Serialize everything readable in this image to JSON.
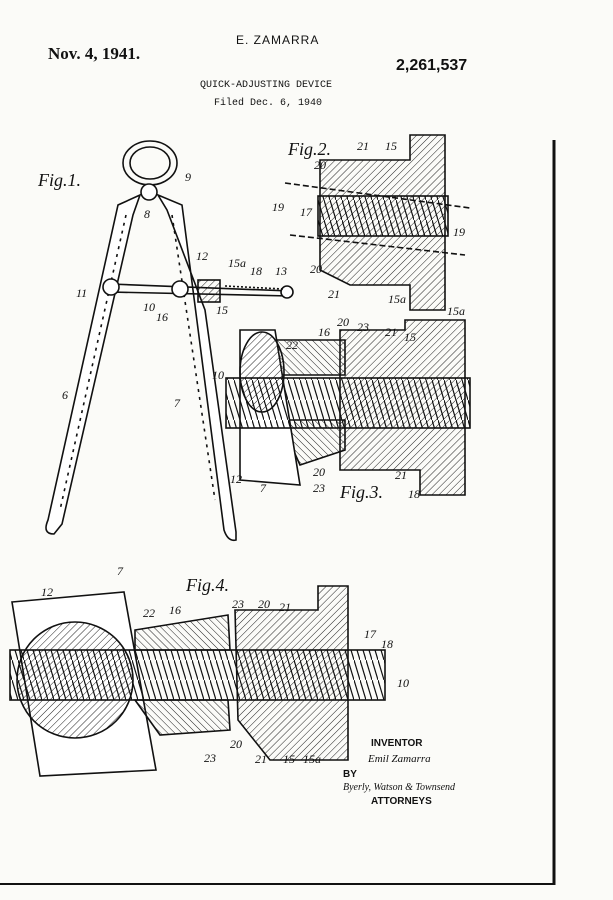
{
  "header": {
    "date": "Nov. 4, 1941.",
    "inventor_name": "E. ZAMARRA",
    "patent_number": "2,261,537",
    "title": "QUICK-ADJUSTING DEVICE",
    "filed": "Filed Dec. 6, 1940"
  },
  "figures": {
    "fig1": {
      "label": "Fig.1.",
      "refs": [
        "9",
        "8",
        "12",
        "15a",
        "18",
        "13",
        "11",
        "10",
        "16",
        "15",
        "6",
        "7"
      ]
    },
    "fig2": {
      "label": "Fig.2.",
      "refs": [
        "21",
        "15",
        "20",
        "19",
        "17",
        "19",
        "20",
        "21",
        "15a"
      ]
    },
    "fig3": {
      "label": "Fig.3.",
      "refs": [
        "15a",
        "16",
        "20",
        "23",
        "21",
        "15",
        "22",
        "10",
        "12",
        "7",
        "20",
        "21",
        "23",
        "18"
      ]
    },
    "fig4": {
      "label": "Fig.4.",
      "refs": [
        "12",
        "7",
        "22",
        "16",
        "23",
        "20",
        "21",
        "17",
        "18",
        "10",
        "20",
        "21",
        "15",
        "15a",
        "23"
      ]
    }
  },
  "signature": {
    "inventor_label": "INVENTOR",
    "inventor_signature": "Emil Zamarra",
    "by": "BY",
    "attorneys_signature": "Byerly, Watson & Townsend",
    "attorneys_label": "ATTORNEYS"
  }
}
